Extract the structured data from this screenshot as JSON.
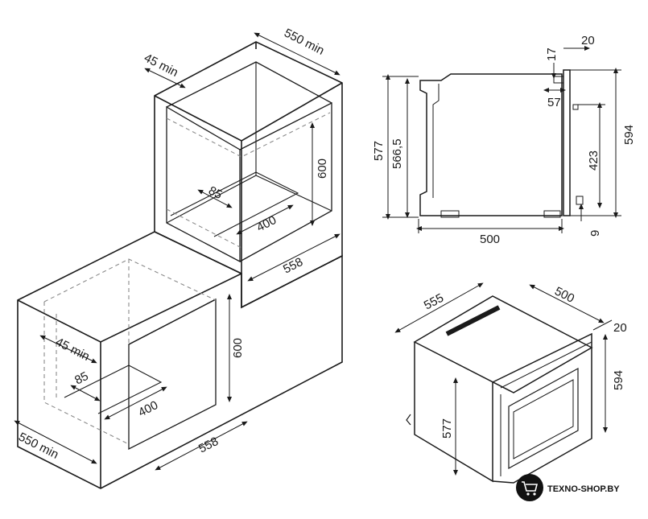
{
  "diagram": {
    "labels": {
      "upper_width_min": "550 min",
      "upper_gap_min": "45 min",
      "upper_height": "600",
      "upper_vent": "85",
      "upper_vent_depth": "400",
      "upper_depth": "558",
      "lower_gap_min": "45 min",
      "lower_height": "600",
      "lower_vent": "85",
      "lower_vent_depth": "400",
      "lower_depth": "558",
      "lower_width_min": "550 min",
      "side_total_height": "577",
      "side_body_height": "566,5",
      "side_depth": "500",
      "side_panel_17": "17",
      "side_panel_20": "20",
      "side_panel_57": "57",
      "side_front_height": "423",
      "side_front_total": "594",
      "side_bottom_9": "9",
      "iso_width": "555",
      "iso_depth": "500",
      "iso_panel": "20",
      "iso_height": "594",
      "iso_body_height": "577"
    },
    "brand": "TEXNO-SHOP.BY",
    "colors": {
      "line": "#1a1a1a",
      "dash": "#8a8a8a"
    }
  }
}
